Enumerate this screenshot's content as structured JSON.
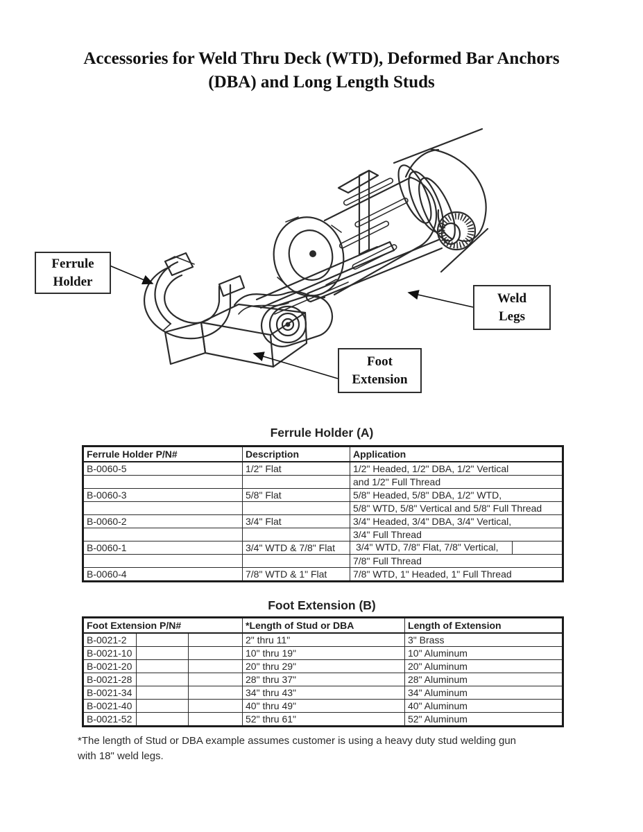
{
  "page": {
    "title_line1": "Accessories for Weld Thru Deck (WTD), Deformed Bar Anchors",
    "title_line2": "(DBA) and Long Length Studs"
  },
  "diagram": {
    "labels": {
      "ferrule_holder": {
        "line1": "Ferrule",
        "line2": "Holder"
      },
      "weld_legs": {
        "line1": "Weld",
        "line2": "Legs"
      },
      "foot_extension": {
        "line1": "Foot",
        "line2": "Extension"
      }
    }
  },
  "ferrule_table": {
    "title": "Ferrule Holder (A)",
    "headers": [
      "Ferrule Holder P/N#",
      "Description",
      "Application"
    ],
    "rows": [
      {
        "pn": "B-0060-5",
        "desc": "1/2\" Flat",
        "app1": "1/2\" Headed, 1/2\" DBA, 1/2\" Vertical",
        "app2": "and 1/2\" Full Thread"
      },
      {
        "pn": "B-0060-3",
        "desc": "5/8\" Flat",
        "app1": "5/8\" Headed, 5/8\" DBA, 1/2\" WTD,",
        "app2": "5/8\" WTD, 5/8\" Vertical and 5/8\" Full Thread"
      },
      {
        "pn": "B-0060-2",
        "desc": "3/4\" Flat",
        "app1": "3/4\" Headed, 3/4\" DBA, 3/4\" Vertical,",
        "app2": "3/4\" Full Thread"
      },
      {
        "pn": "B-0060-1",
        "desc": "3/4\" WTD & 7/8\" Flat",
        "app1": "3/4\" WTD, 7/8\" Flat, 7/8\" Vertical,",
        "app2": "7/8\" Full Thread",
        "split": true
      },
      {
        "pn": "B-0060-4",
        "desc": "7/8\" WTD & 1\" Flat",
        "app1": "7/8\" WTD, 1\" Headed, 1\" Full Thread",
        "app2": null
      }
    ]
  },
  "foot_table": {
    "title": "Foot Extension (B)",
    "headers": [
      "Foot Extension P/N#",
      "*Length of Stud or DBA",
      "Length of Extension"
    ],
    "rows": [
      {
        "pn": "B-0021-2",
        "stud": "2\" thru 11\"",
        "ext": "3\" Brass"
      },
      {
        "pn": "B-0021-10",
        "stud": "10\" thru 19\"",
        "ext": "10\" Aluminum"
      },
      {
        "pn": "B-0021-20",
        "stud": "20\" thru 29\"",
        "ext": "20\" Aluminum"
      },
      {
        "pn": "B-0021-28",
        "stud": "28\" thru 37\"",
        "ext": "28\" Aluminum"
      },
      {
        "pn": "B-0021-34",
        "stud": "34\" thru 43\"",
        "ext": "34\" Aluminum"
      },
      {
        "pn": "B-0021-40",
        "stud": "40\" thru 49\"",
        "ext": "40\" Aluminum"
      },
      {
        "pn": "B-0021-52",
        "stud": "52\" thru 61\"",
        "ext": "52\" Aluminum"
      }
    ]
  },
  "footnote": {
    "line1": "*The length of Stud or DBA example assumes customer is using a heavy duty stud welding gun",
    "line2": "with 18\" weld legs."
  }
}
